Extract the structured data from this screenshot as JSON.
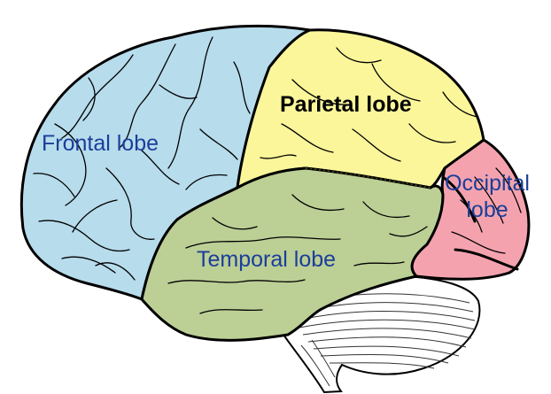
{
  "labels": {
    "frontal": "Frontal lobe",
    "parietal": "Parietal lobe",
    "occipital_line1": "Occipital",
    "occipital_line2": "lobe",
    "temporal": "Temporal lobe"
  },
  "colors": {
    "frontal": "#b7dcec",
    "parietal": "#fbf69a",
    "occipital": "#f4a3ae",
    "temporal": "#bccf95",
    "cerebellum": "#ffffff",
    "outline": "#000000",
    "label_blue": "#1b3e9a",
    "label_black": "#000000"
  }
}
